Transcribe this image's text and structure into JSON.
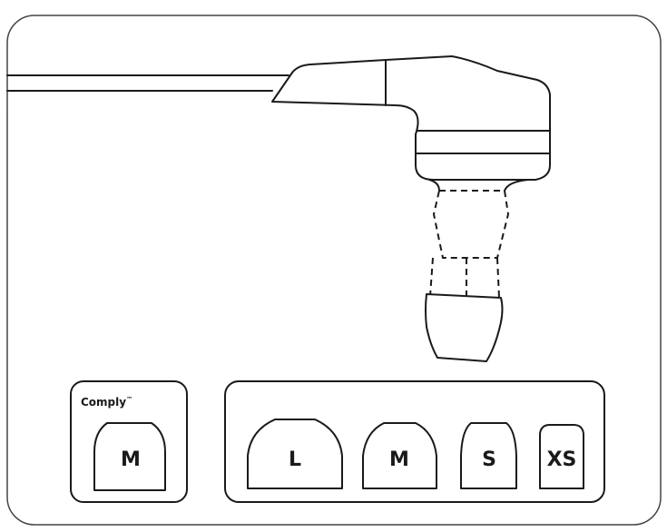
{
  "foam_panel": {
    "brand": "Comply",
    "trademark": "™",
    "tip_label": "M"
  },
  "silicone_panel": {
    "tips": [
      {
        "label": "L"
      },
      {
        "label": "M"
      },
      {
        "label": "S"
      },
      {
        "label": "XS"
      }
    ]
  },
  "colors": {
    "ink": "#1a1a1a",
    "background": "#ffffff",
    "frame": "#444444"
  }
}
